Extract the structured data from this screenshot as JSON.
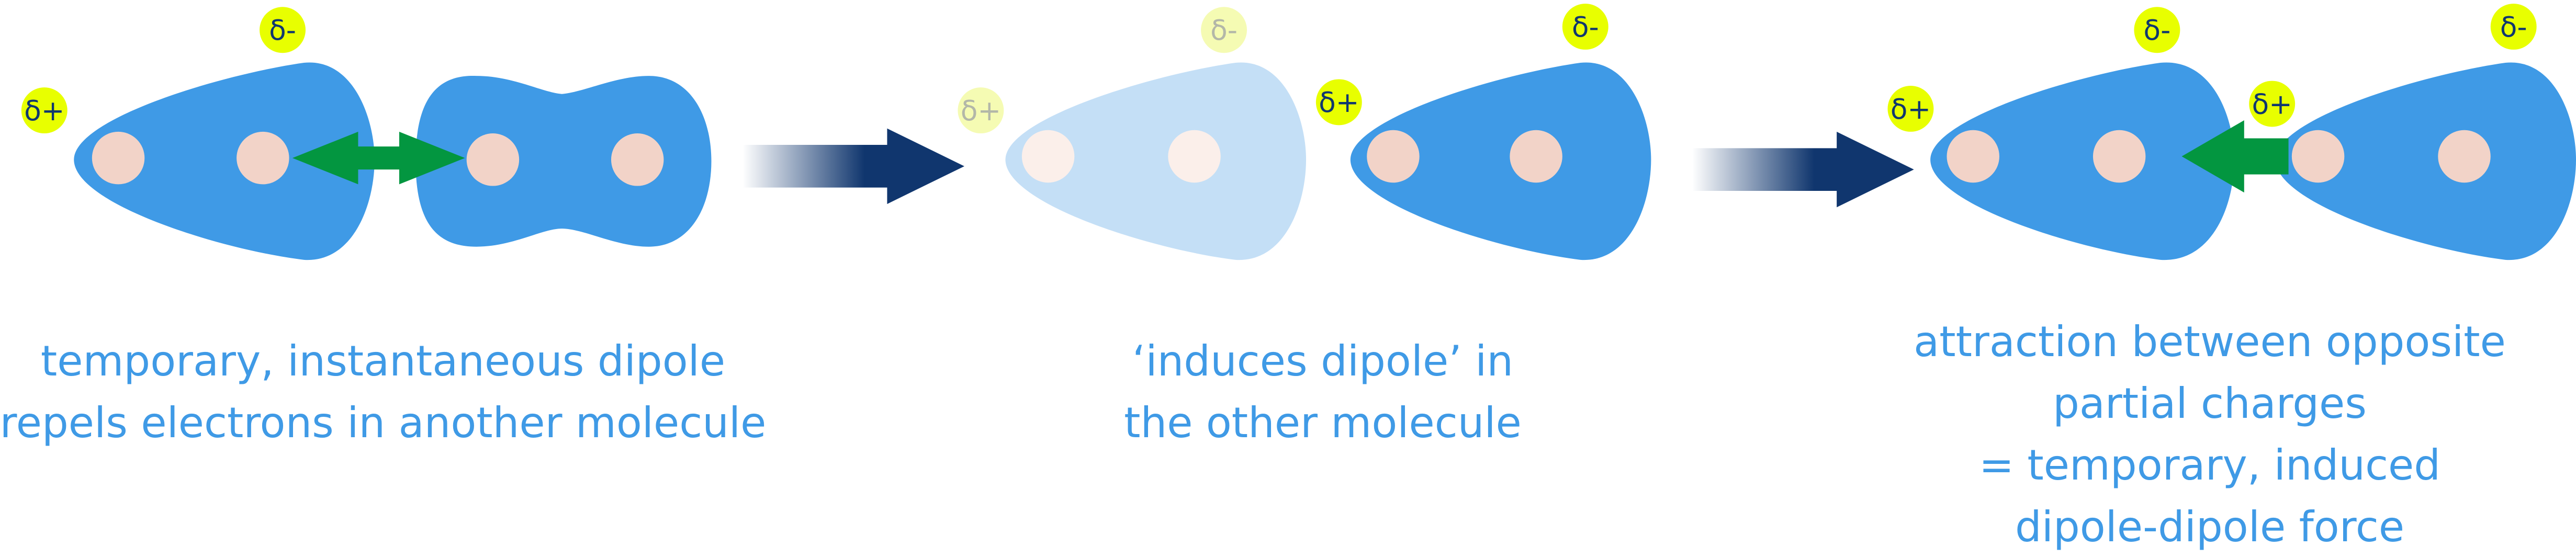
{
  "colors": {
    "molecule": "#3f9ae6",
    "molecule_faded": "#c4dff6",
    "nucleus": "#f2d3c8",
    "nucleus_faded": "#fbefea",
    "charge_bubble": "#e8ff00",
    "charge_bubble_faded": "#f5fbb3",
    "charge_text": "#10376f",
    "charge_text_faded": "#b3b7a8",
    "force_arrow": "#039640",
    "step_arrow": "#10366e",
    "caption": "#3f9ae6"
  },
  "charges": {
    "plus": "δ+",
    "minus": "δ-"
  },
  "steps": [
    {
      "caption": [
        "temporary, instantaneous dipole",
        "repels electrons in another molecule"
      ]
    },
    {
      "caption": [
        "‘induces dipole’ in",
        "the other molecule"
      ]
    },
    {
      "caption": [
        "attraction between opposite",
        "partial charges",
        "= temporary, induced",
        "dipole-dipole force"
      ]
    }
  ]
}
